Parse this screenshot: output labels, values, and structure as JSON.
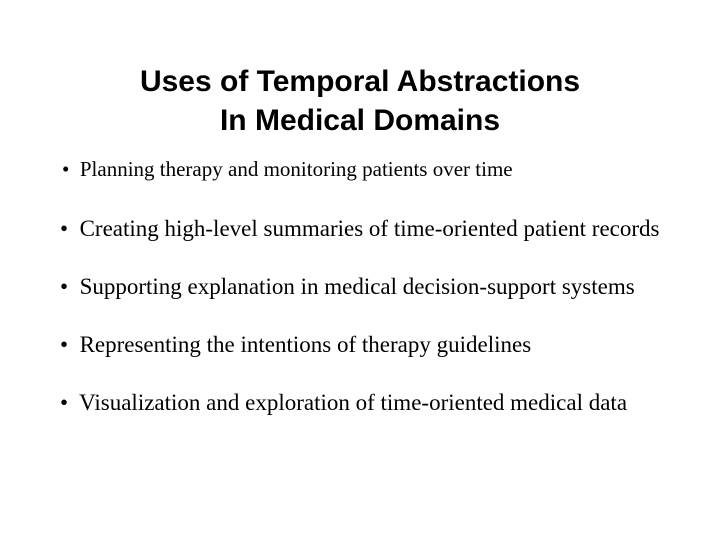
{
  "slide": {
    "title": {
      "line1": "Uses of Temporal Abstractions",
      "line2": "In Medical Domains"
    },
    "bullet_glyph": "•",
    "bullets": [
      {
        "text": "Planning therapy and monitoring patients over time",
        "size": "small"
      },
      {
        "text": "Creating high-level summaries of time-oriented patient records",
        "size": "large"
      },
      {
        "text": "Supporting explanation in medical decision-support systems",
        "size": "large"
      },
      {
        "text": "Representing the intentions of therapy guidelines",
        "size": "large"
      },
      {
        "text": "Visualization and exploration of time-oriented medical data",
        "size": "large"
      }
    ],
    "colors": {
      "background": "#ffffff",
      "text": "#000000"
    }
  }
}
